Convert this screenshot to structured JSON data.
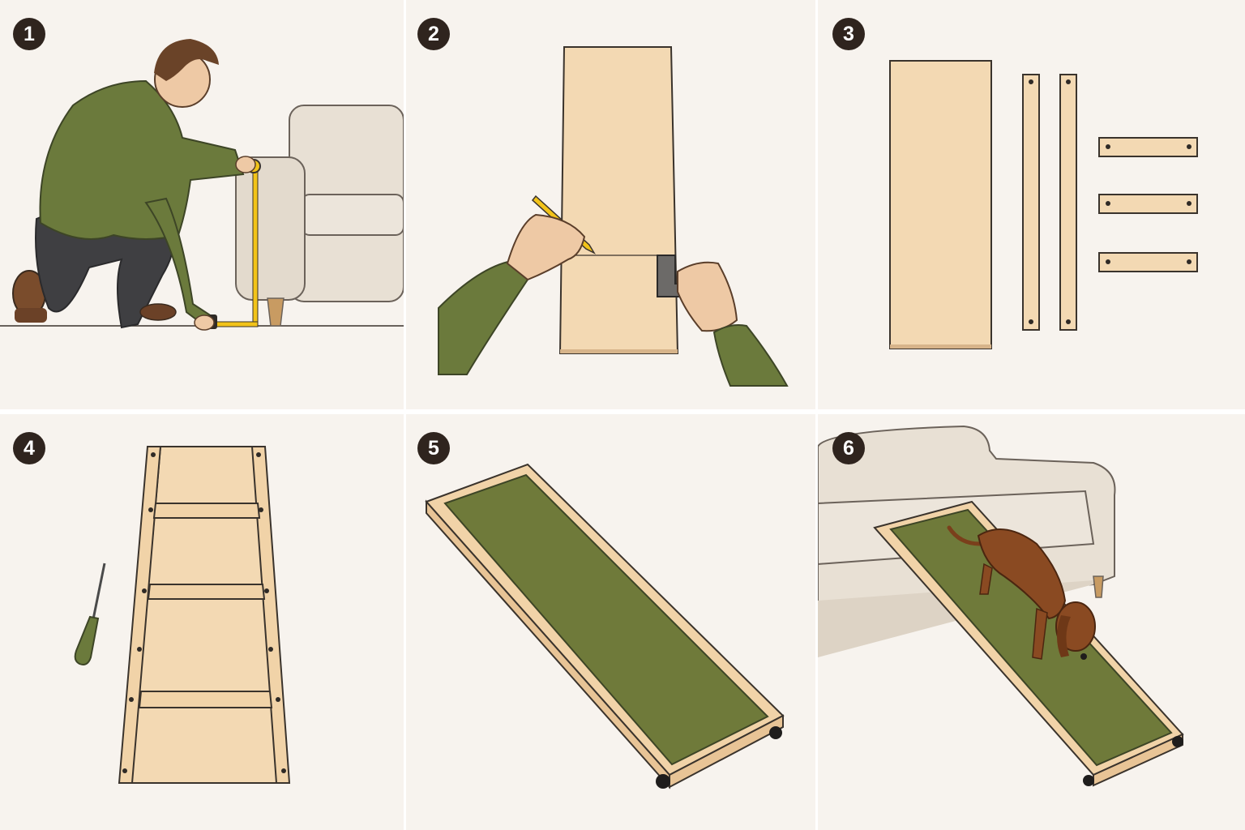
{
  "steps": [
    {
      "number": "1",
      "illustration": "measure-sofa-height"
    },
    {
      "number": "2",
      "illustration": "mark-plywood-cut-line"
    },
    {
      "number": "3",
      "illustration": "cut-parts-laid-out"
    },
    {
      "number": "4",
      "illustration": "screw-frame-to-base"
    },
    {
      "number": "5",
      "illustration": "carpeted-ramp-with-wheels"
    },
    {
      "number": "6",
      "illustration": "dog-walking-down-ramp-from-sofa"
    }
  ],
  "colors": {
    "panel_background": "#f7f3ee",
    "badge": "#2f241e",
    "wood": "#f3d9b3",
    "wood_edge": "#d7b48a",
    "carpet": "#6f7a3a",
    "sweater": "#6b7a3c",
    "sofa": "#e8e0d4",
    "dog": "#8a4a22",
    "tape": "#f2c319"
  },
  "icons": {
    "measure_tool": "tape-measure-icon",
    "marking_tool": "pencil-icon",
    "square_tool": "carpenter-square-icon",
    "driver_tool": "screwdriver-icon"
  }
}
